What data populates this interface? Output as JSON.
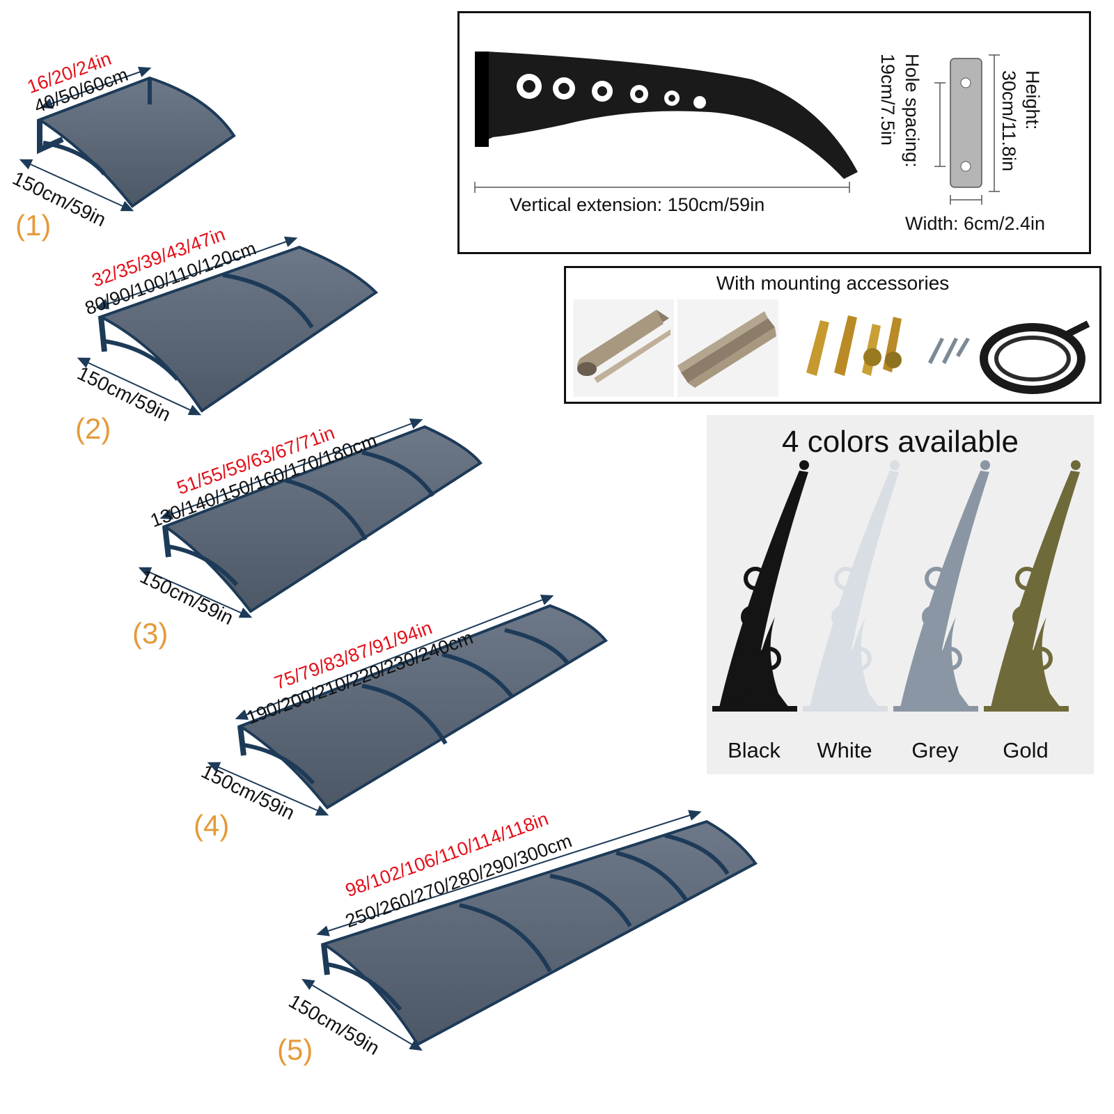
{
  "canopies": [
    {
      "number": "(1)",
      "width_in": "16/20/24in",
      "width_cm": "40/50/60cm",
      "depth": "150cm/59in"
    },
    {
      "number": "(2)",
      "width_in": "32/35/39/43/47in",
      "width_cm": "80/90/100/110/120cm",
      "depth": "150cm/59in"
    },
    {
      "number": "(3)",
      "width_in": "51/55/59/63/67/71in",
      "width_cm": "130/140/150/160/170/180cm",
      "depth": "150cm/59in"
    },
    {
      "number": "(4)",
      "width_in": "75/79/83/87/91/94in",
      "width_cm": "190/200/210/220/230/240cm",
      "depth": "150cm/59in"
    },
    {
      "number": "(5)",
      "width_in": "98/102/106/110/114/118in",
      "width_cm": "250/260/270/280/290/300cm",
      "depth": "150cm/59in"
    }
  ],
  "bracket_spec": {
    "vertical_extension": "Vertical extension: 150cm/59in",
    "hole_spacing_label": "Hole spacing:",
    "hole_spacing_value": "19cm/7.5in",
    "height_label": "Height:",
    "height_value": "30cm/11.8in",
    "width": "Width: 6cm/2.4in"
  },
  "accessories": {
    "title": "With mounting accessories",
    "items": [
      "aluminium-profile-image",
      "aluminium-rail-image",
      "expansion-bolts-image",
      "screws-image",
      "rubber-seal-image"
    ]
  },
  "colors": {
    "title": "4 colors available",
    "options": [
      {
        "name": "Black",
        "hex": "#141414"
      },
      {
        "name": "White",
        "hex": "#d9dee4"
      },
      {
        "name": "Grey",
        "hex": "#8a96a3"
      },
      {
        "name": "Gold",
        "hex": "#6e6a3a"
      }
    ]
  },
  "style": {
    "canopy_panel": "#5d6877",
    "canopy_frame": "#1d3b58",
    "label_red": "#e3101a",
    "label_orange": "#e49a3a"
  }
}
